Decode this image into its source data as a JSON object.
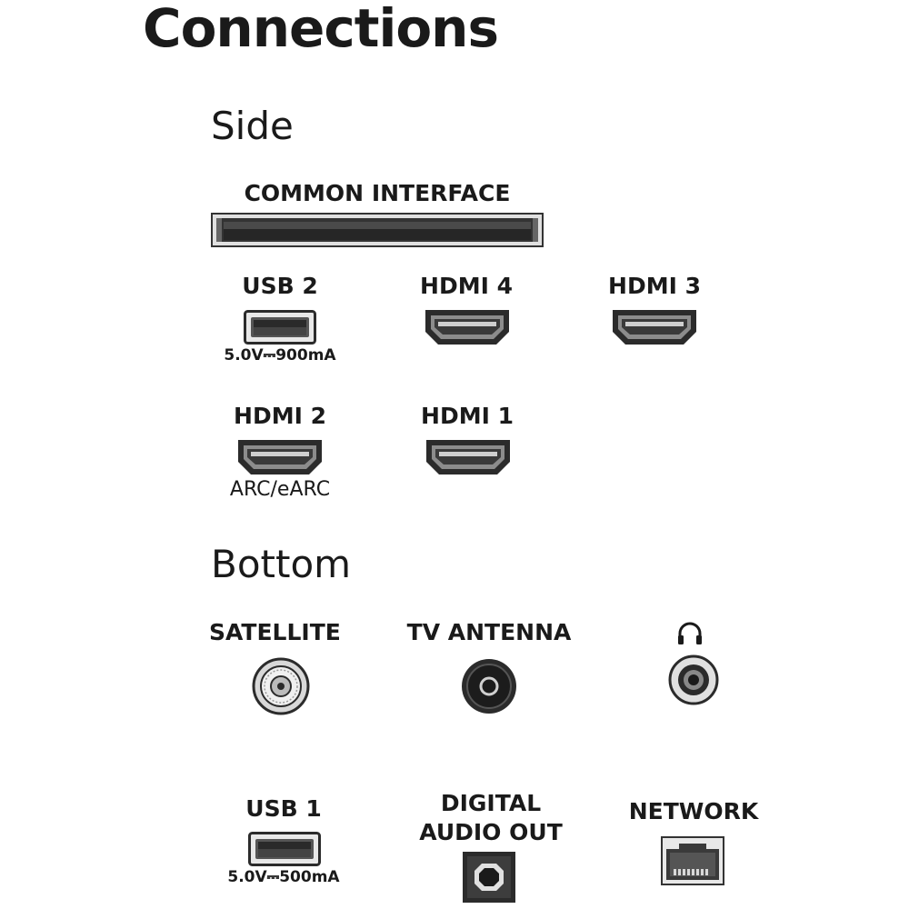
{
  "page": {
    "title": "Connections"
  },
  "side": {
    "heading": "Side",
    "common_interface": {
      "label": "COMMON INTERFACE"
    },
    "usb2": {
      "label": "USB 2",
      "spec": "5.0V⎓900mA"
    },
    "hdmi4": {
      "label": "HDMI 4"
    },
    "hdmi3": {
      "label": "HDMI 3"
    },
    "hdmi2": {
      "label": "HDMI 2",
      "note": "ARC/eARC"
    },
    "hdmi1": {
      "label": "HDMI 1"
    }
  },
  "bottom": {
    "heading": "Bottom",
    "satellite": {
      "label": "SATELLITE"
    },
    "tv_antenna": {
      "label": "TV ANTENNA"
    },
    "headphone": {
      "icon": "headphones-icon"
    },
    "usb1": {
      "label": "USB 1",
      "spec": "5.0V⎓500mA"
    },
    "digital_audio_out": {
      "label_line1": "DIGITAL",
      "label_line2": "AUDIO OUT"
    },
    "network": {
      "label": "NETWORK"
    }
  },
  "colors": {
    "port_dark": "#2b2b2b",
    "port_mid": "#8c8c8c",
    "port_light": "#e6e6e6",
    "text": "#1a1a1a"
  }
}
